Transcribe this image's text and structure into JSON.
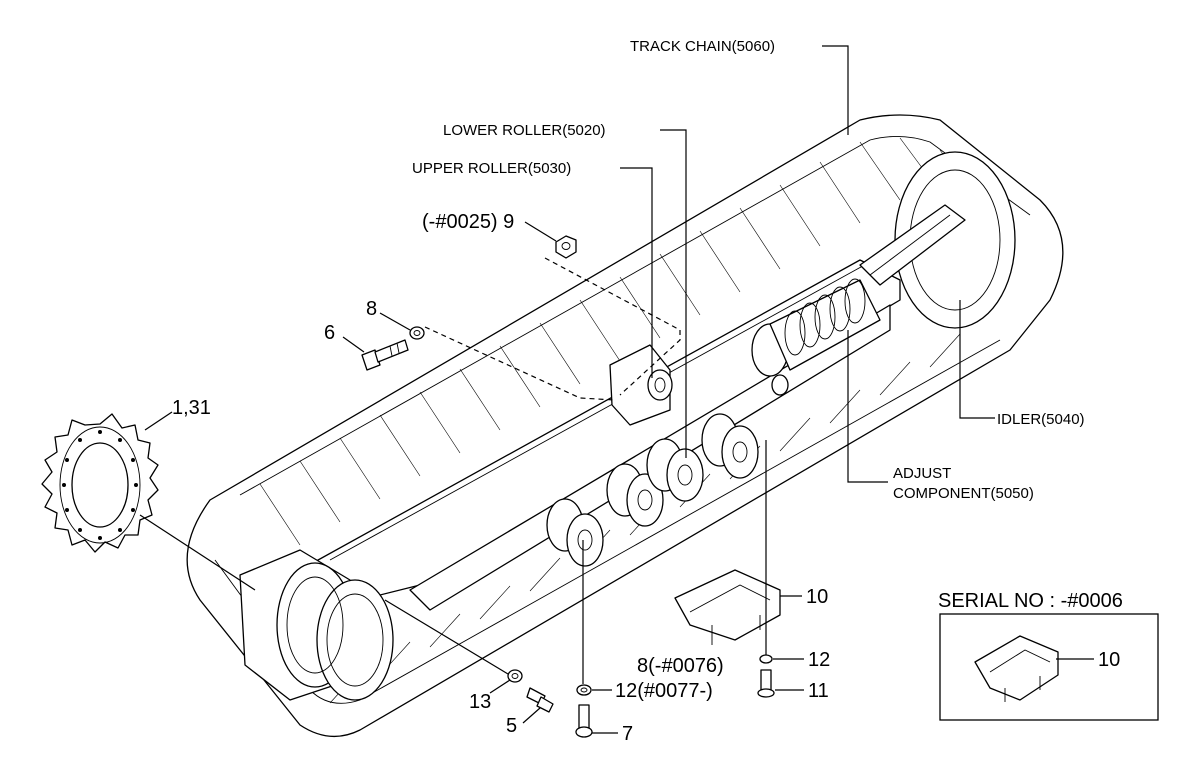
{
  "labels": {
    "track_chain": "TRACK CHAIN(5060)",
    "lower_roller": "LOWER ROLLER(5020)",
    "upper_roller": "UPPER ROLLER(5030)",
    "part9": "(-#0025) 9",
    "part8": "8",
    "part6": "6",
    "part1_31": "1,31",
    "idler": "IDLER(5040)",
    "adjust_line1": "ADJUST",
    "adjust_line2": "COMPONENT(5050)",
    "part10": "10",
    "serial_no": "SERIAL NO : -#0006",
    "inset_part10": "10",
    "part12_right": "12",
    "part11": "11",
    "part8_serial": "8(-#0076)",
    "part12_serial": "12(#0077-)",
    "part13": "13",
    "part5": "5",
    "part7": "7"
  }
}
